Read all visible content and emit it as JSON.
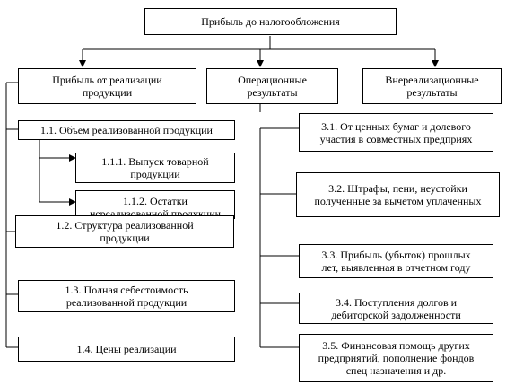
{
  "diagram": {
    "root": "Прибыль до налогообложения",
    "branches": {
      "sales": "Прибыль от реализации\nпродукции",
      "operating": "Операционные\nрезультаты",
      "nonoperating": "Внереализационные\nрезультаты"
    },
    "sales_items": {
      "volume": "1.1. Объем реализованной продукции",
      "output": "1.1.1. Выпуск товарной\nпродукции",
      "stock": "1.1.2. Остатки\nнереализованной продукции",
      "structure": "1.2. Структура реализованной\nпродукции",
      "cost": "1.3. Полная себестоимость\nреализованной продукции",
      "prices": "1.4. Цены реализации"
    },
    "nonoperating_items": {
      "securities": "3.1. От ценных бумаг и долевого\nучастия в совместных предприях",
      "fines": "3.2. Штрафы, пени, неустойки\nполученные за вычетом уплаченных",
      "prior_profit": "3.3. Прибыль (убыток) прошлых\nлет, выявленная в отчетном году",
      "debts": "3.4. Поступления долгов и\nдебиторской задолженности",
      "aid": "3.5. Финансовая помощь других\nпредприятий, пополнение фондов\nспец назначения  и др."
    }
  },
  "colors": {
    "line": "#000000",
    "box_border": "#000000",
    "background": "#ffffff",
    "text": "#000000"
  }
}
